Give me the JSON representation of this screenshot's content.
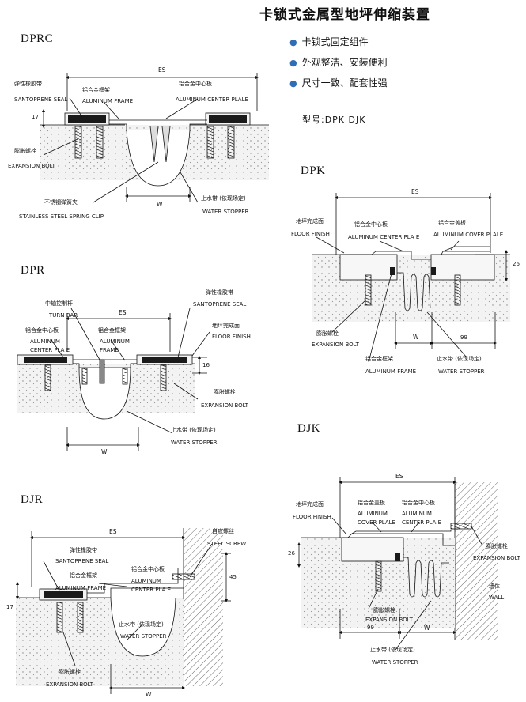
{
  "title": "卡锁式金属型地坪伸缩装置",
  "features": [
    "卡锁式固定组件",
    "外观整洁、安装便利",
    "尺寸一致、配套性强"
  ],
  "model": "型号:DPK DJK",
  "diagrams": {
    "dprc": {
      "code": "DPRC",
      "es": "ES",
      "w": "W",
      "dim_17": "17",
      "seal_cn": "弹性橡胶带",
      "seal_en": "SANTOPRENE SEAL",
      "frame_cn": "铝合金框架",
      "frame_en": "ALUMINUM FRAME",
      "center_cn": "铝合金中心板",
      "center_en": "ALUMINUM CENTER PLALE",
      "bolt_cn": "膨胀螺栓",
      "bolt_en": "EXPANSION BOLT",
      "clip_cn": "不锈钢弹簧夹",
      "clip_en": "STAINLESS STEEL SPRING CLIP",
      "stopper_cn": "止水带 (依现场定)",
      "stopper_en": "WATER STOPPER"
    },
    "dpr": {
      "code": "DPR",
      "es": "ES",
      "w": "W",
      "dim_16": "16",
      "turn_cn": "中轴控制杆",
      "turn_en": "TURN BAR",
      "seal_cn": "弹性橡胶带",
      "seal_en": "SANTOPRENE SEAL",
      "center_cn": "铝合金中心板",
      "center_en1": "ALUMINUM",
      "center_en2": "CENTER PLA E",
      "frame_cn": "铝合金框架",
      "frame_en1": "ALUMINUM",
      "frame_en2": "FRAME",
      "floor_cn": "地坪完成面",
      "floor_en": "FLOOR FINISH",
      "bolt_cn": "膨胀螺栓",
      "bolt_en": "EXPANSION BOLT",
      "stopper_cn": "止水带 (依现场定)",
      "stopper_en": "WATER STOPPER"
    },
    "djr": {
      "code": "DJR",
      "es": "ES",
      "w": "W",
      "dim_17": "17",
      "dim_45": "45",
      "screw_cn": "自攻螺丝",
      "screw_en": "STEEL SCREW",
      "seal_cn": "弹性橡胶带",
      "seal_en": "SANTOPRENE SEAL",
      "frame_cn": "铝合金框架",
      "frame_en": "ALUMINUM FRAME",
      "center_cn": "铝合金中心板",
      "center_en1": "ALUMINUM",
      "center_en2": "CENTER PLA E",
      "stopper_cn": "止水带 (依现场定)",
      "stopper_en": "WATER STOPPER",
      "bolt_cn": "膨胀螺栓",
      "bolt_en": "EXPANSION BOLT"
    },
    "dpk": {
      "code": "DPK",
      "es": "ES",
      "w": "W",
      "dim_99": "99",
      "dim_26": "26",
      "floor_cn": "地坪完成面",
      "floor_en": "FLOOR FINISH",
      "center_cn": "铝合金中心板",
      "center_en": "ALUMINUM CENTER PLA E",
      "cover_cn": "铝合金盖板",
      "cover_en": "ALUMINUM COVER PLALE",
      "bolt_cn": "膨胀螺栓",
      "bolt_en": "EXPANSION BOLT",
      "frame_cn": "铝合金框架",
      "frame_en": "ALUMINUM FRAME",
      "stopper_cn": "止水带 (依现场定)",
      "stopper_en": "WATER STOPPER"
    },
    "djk": {
      "code": "DJK",
      "es": "ES",
      "w": "W",
      "dim_99": "99",
      "dim_26": "26",
      "floor_cn": "地坪完成面",
      "floor_en": "FLOOR FINISH",
      "cover_cn": "铝合金盖板",
      "cover_en1": "ALUMINUM",
      "cover_en2": "COVER PLALE",
      "center_cn": "铝合金中心板",
      "center_en1": "ALUMINUM",
      "center_en2": "CENTER PLA E",
      "bolt_r_cn": "膨胀螺栓",
      "bolt_r_en": "EXPANSION BOLT",
      "wall_cn": "墙体",
      "wall_en": "WALL",
      "bolt_cn": "膨胀螺栓",
      "bolt_en": "EXPANSION BOLT",
      "stopper_cn": "止水带 (依现场定)",
      "stopper_en": "WATER STOPPER"
    }
  },
  "colors": {
    "ink": "#111111",
    "accent": "#2f6db5",
    "concrete": "#f1f1f1",
    "seal": "#1a1a1a"
  }
}
